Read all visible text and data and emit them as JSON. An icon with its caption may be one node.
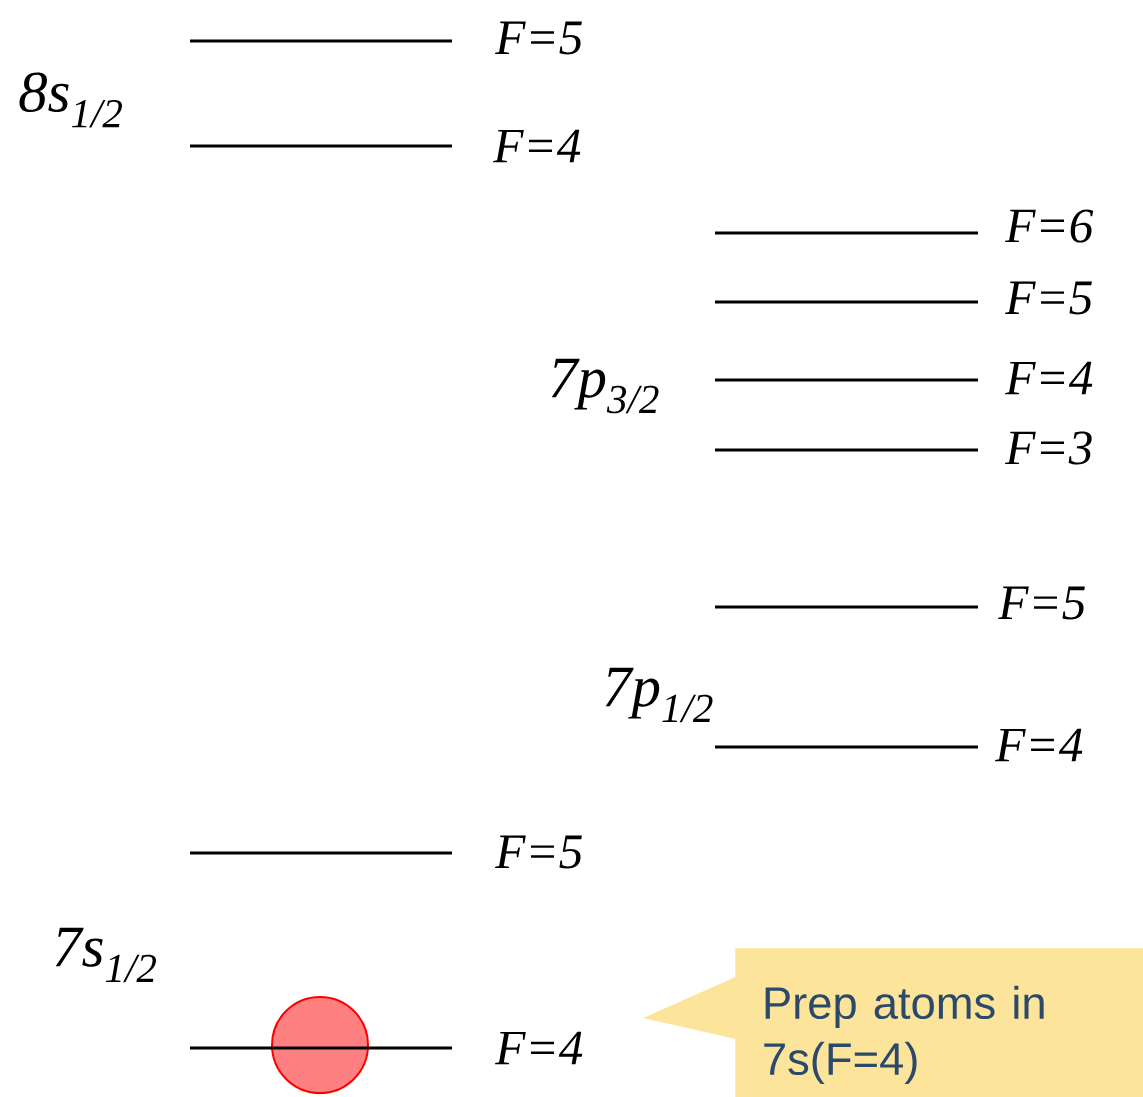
{
  "diagram": {
    "nodes": [
      {
        "text": [
          "Prep atoms in 7s(F=4)"
        ]
      }
    ],
    "labels": [
      "F=5",
      "8s$_{1/2}$",
      "F=4",
      "F=6",
      "F=5",
      "F=4",
      "7p$_{3/2}$",
      "F=3",
      "F=5",
      "7p$_{1/2}$",
      "F=4",
      "F=5",
      "7s$_{1/2}$",
      "F=4"
    ]
  }
}
